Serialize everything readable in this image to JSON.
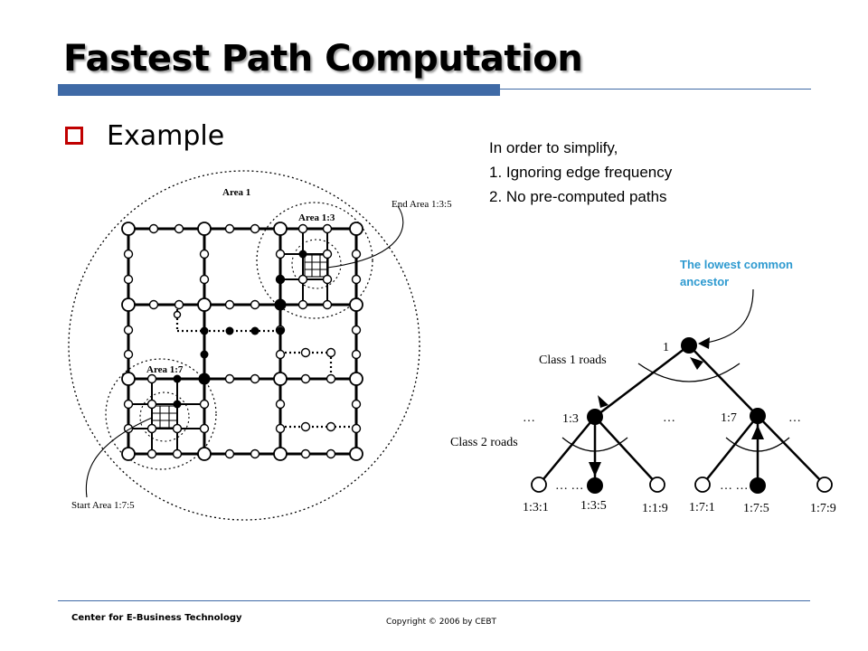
{
  "slide": {
    "title": "Fastest Path Computation",
    "bullet": "Example",
    "note_lines": [
      "In order to simplify,",
      "1. Ignoring edge frequency",
      "2. No pre-computed paths"
    ]
  },
  "map_diagram": {
    "area_1_label": "Area 1",
    "area_13_label": "Area 1:3",
    "area_17_label": "Area 1:7",
    "end_area_label": "End Area 1:3:5",
    "start_area_label": "Start Area 1:7:5"
  },
  "tree_diagram": {
    "lca_label": "The lowest common ancestor",
    "lca_label_lines": [
      "The lowest common",
      "ancestor"
    ],
    "class1_label": "Class 1 roads",
    "class2_label": "Class 2 roads",
    "ellipsis": "…",
    "ellipsis_double": "…  …",
    "nodes": {
      "root": "1",
      "n13": "1:3",
      "n17": "1:7",
      "l131": "1:3:1",
      "l135": "1:3:5",
      "l119": "1:1:9",
      "l171": "1:7:1",
      "l175": "1:7:5",
      "l179": "1:7:9"
    }
  },
  "footer": {
    "left": "Center for E-Business Technology",
    "center": "Copyright © 2006 by CEBT"
  },
  "colors": {
    "accent_blue": "#3f6aa6",
    "bullet_red": "#c00000",
    "lca_text": "#2e9ad0"
  }
}
